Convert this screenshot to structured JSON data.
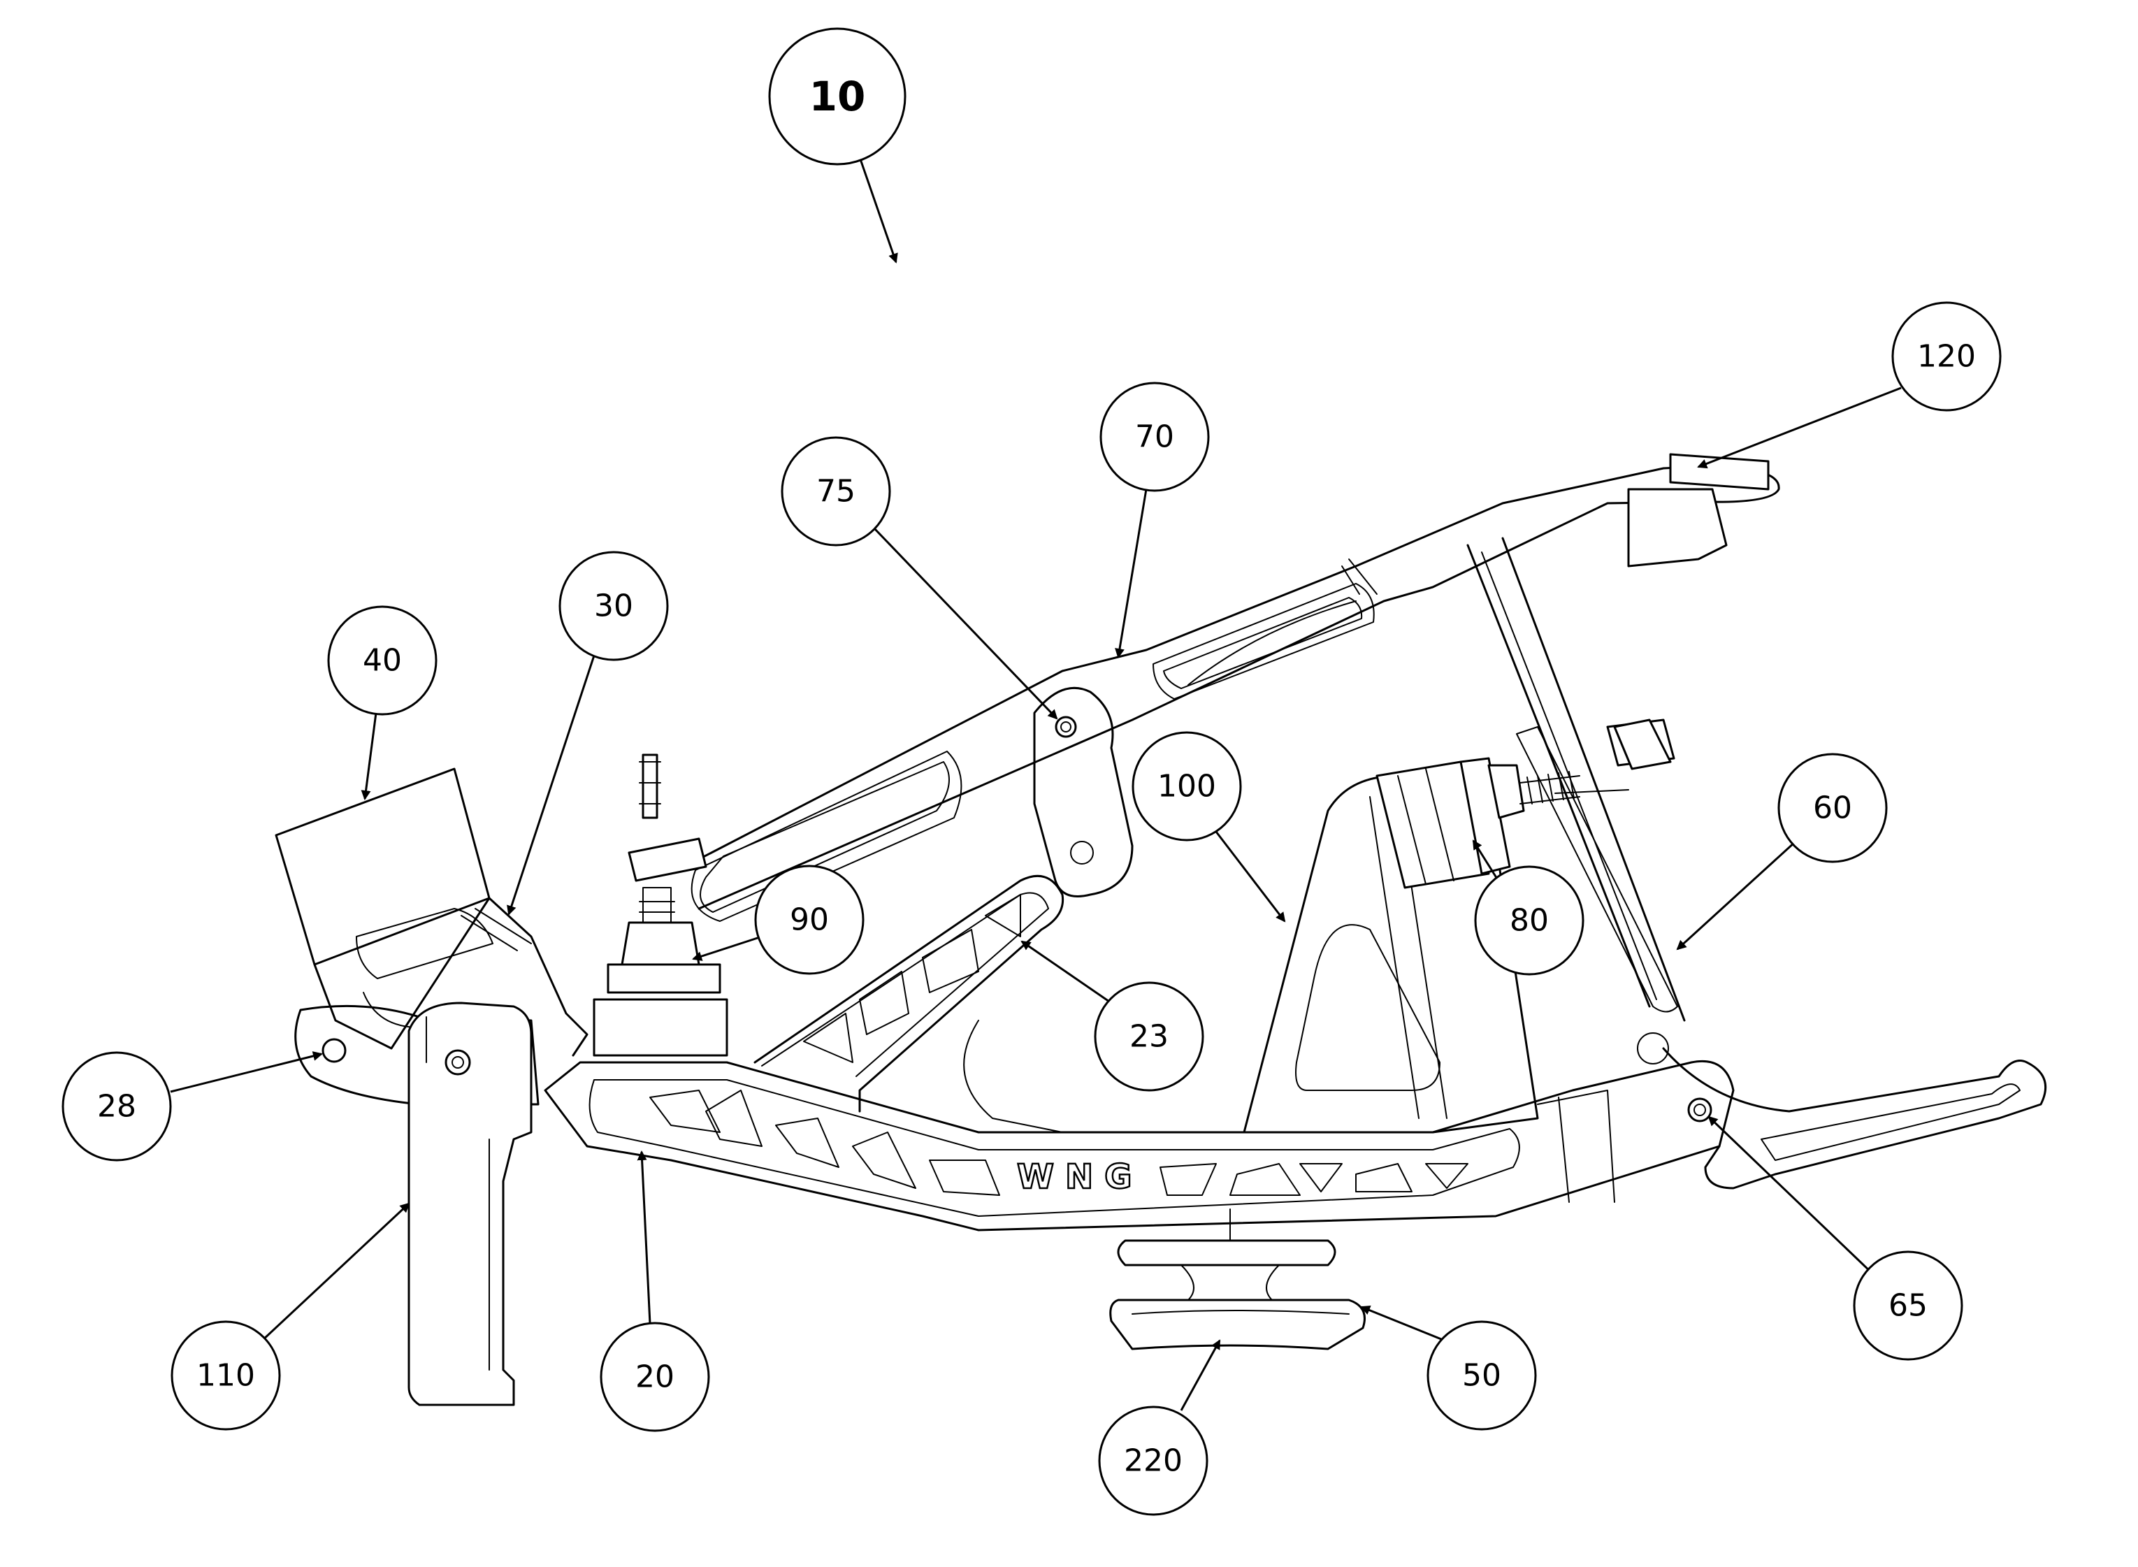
{
  "figure": {
    "assembly_number": "10",
    "embossed_text": "WNG",
    "reference_numerals": [
      "120",
      "70",
      "75",
      "30",
      "40",
      "100",
      "60",
      "90",
      "80",
      "23",
      "28",
      "110",
      "20",
      "65",
      "50",
      "220"
    ]
  }
}
